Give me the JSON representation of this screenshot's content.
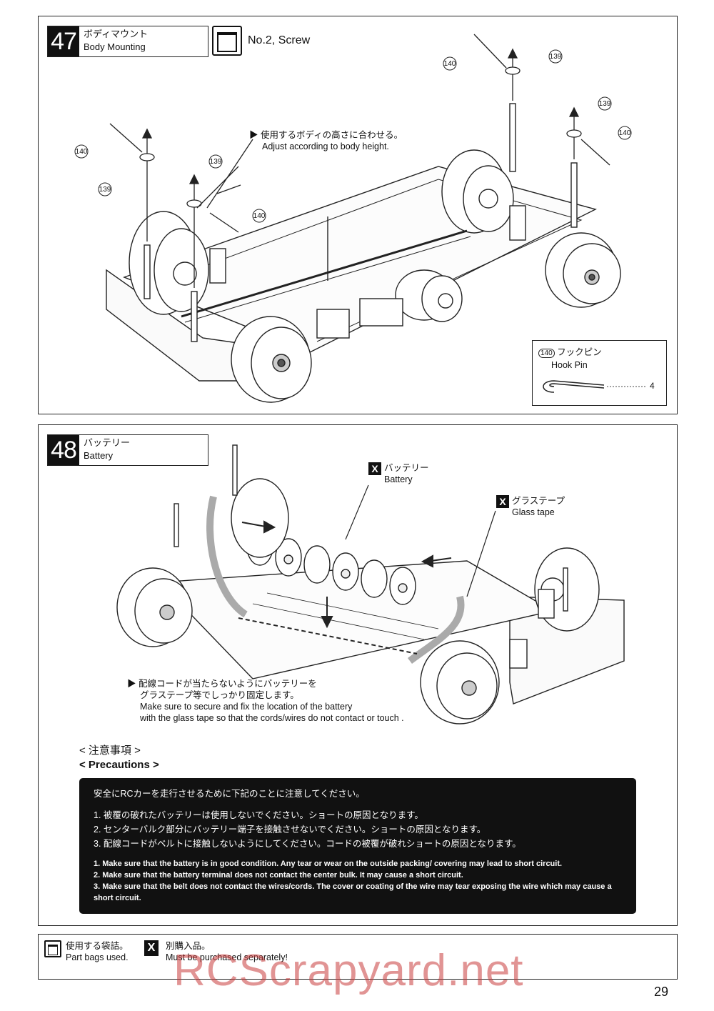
{
  "step47": {
    "number": "47",
    "title_jp": "ボディマウント",
    "title_en": "Body Mounting",
    "bag_label": "No.2, Screw",
    "note_jp": "▶ 使用するボディの高さに合わせる。",
    "note_en": "Adjust according to body height.",
    "part_numbers": {
      "hook_pin": "⑭⓪",
      "washer": "⑬⑨"
    },
    "part_labels": [
      "140",
      "139",
      "139",
      "140",
      "139",
      "140",
      "139",
      "140"
    ],
    "hook_pin": {
      "id": "140",
      "name_jp": "フックピン",
      "name_en": "Hook Pin",
      "qty": "4"
    }
  },
  "step48": {
    "number": "48",
    "title_jp": "バッテリー",
    "title_en": "Battery",
    "battery_jp": "バッテリー",
    "battery_en": "Battery",
    "tape_jp": "グラステープ",
    "tape_en": "Glass tape",
    "note_jp_1": "▶ 配線コードが当たらないようにバッテリーを",
    "note_jp_2": "グラステープ等でしっかり固定します。",
    "note_en_1": "Make sure to secure and fix the location of the battery",
    "note_en_2": "with the glass tape so that the cords/wires do not contact or touch ."
  },
  "precautions": {
    "head_jp": "< 注意事項 >",
    "head_en": "< Precautions >",
    "intro_jp": "安全にRCカーを走行させるために下記のことに注意してください。",
    "items_jp": [
      "1. 被覆の破れたバッテリーは使用しないでください。ショートの原因となります。",
      "2. センターバルク部分にバッテリー端子を接触させないでください。ショートの原因となります。",
      "3. 配線コードがベルトに接触しないようにしてください。コードの被覆が破れショートの原因となります。"
    ],
    "items_en": [
      "1.  Make sure that the battery is in good condition. Any tear or wear on the outside packing/ covering may lead to short circuit.",
      "2.  Make sure that the battery terminal does not contact the center bulk. It may cause a short circuit.",
      "3.  Make sure that the belt does not contact the wires/cords. The cover or coating of the wire may tear exposing the wire which may cause a short circuit."
    ]
  },
  "legend": {
    "bags_jp": "使用する袋詰。",
    "bags_en": "Part bags used.",
    "buy_jp": "別購入品。",
    "buy_en": "Must be purchased separately!",
    "x_mark": "X"
  },
  "watermark": "RCScrapyard.net",
  "page_number": "29"
}
